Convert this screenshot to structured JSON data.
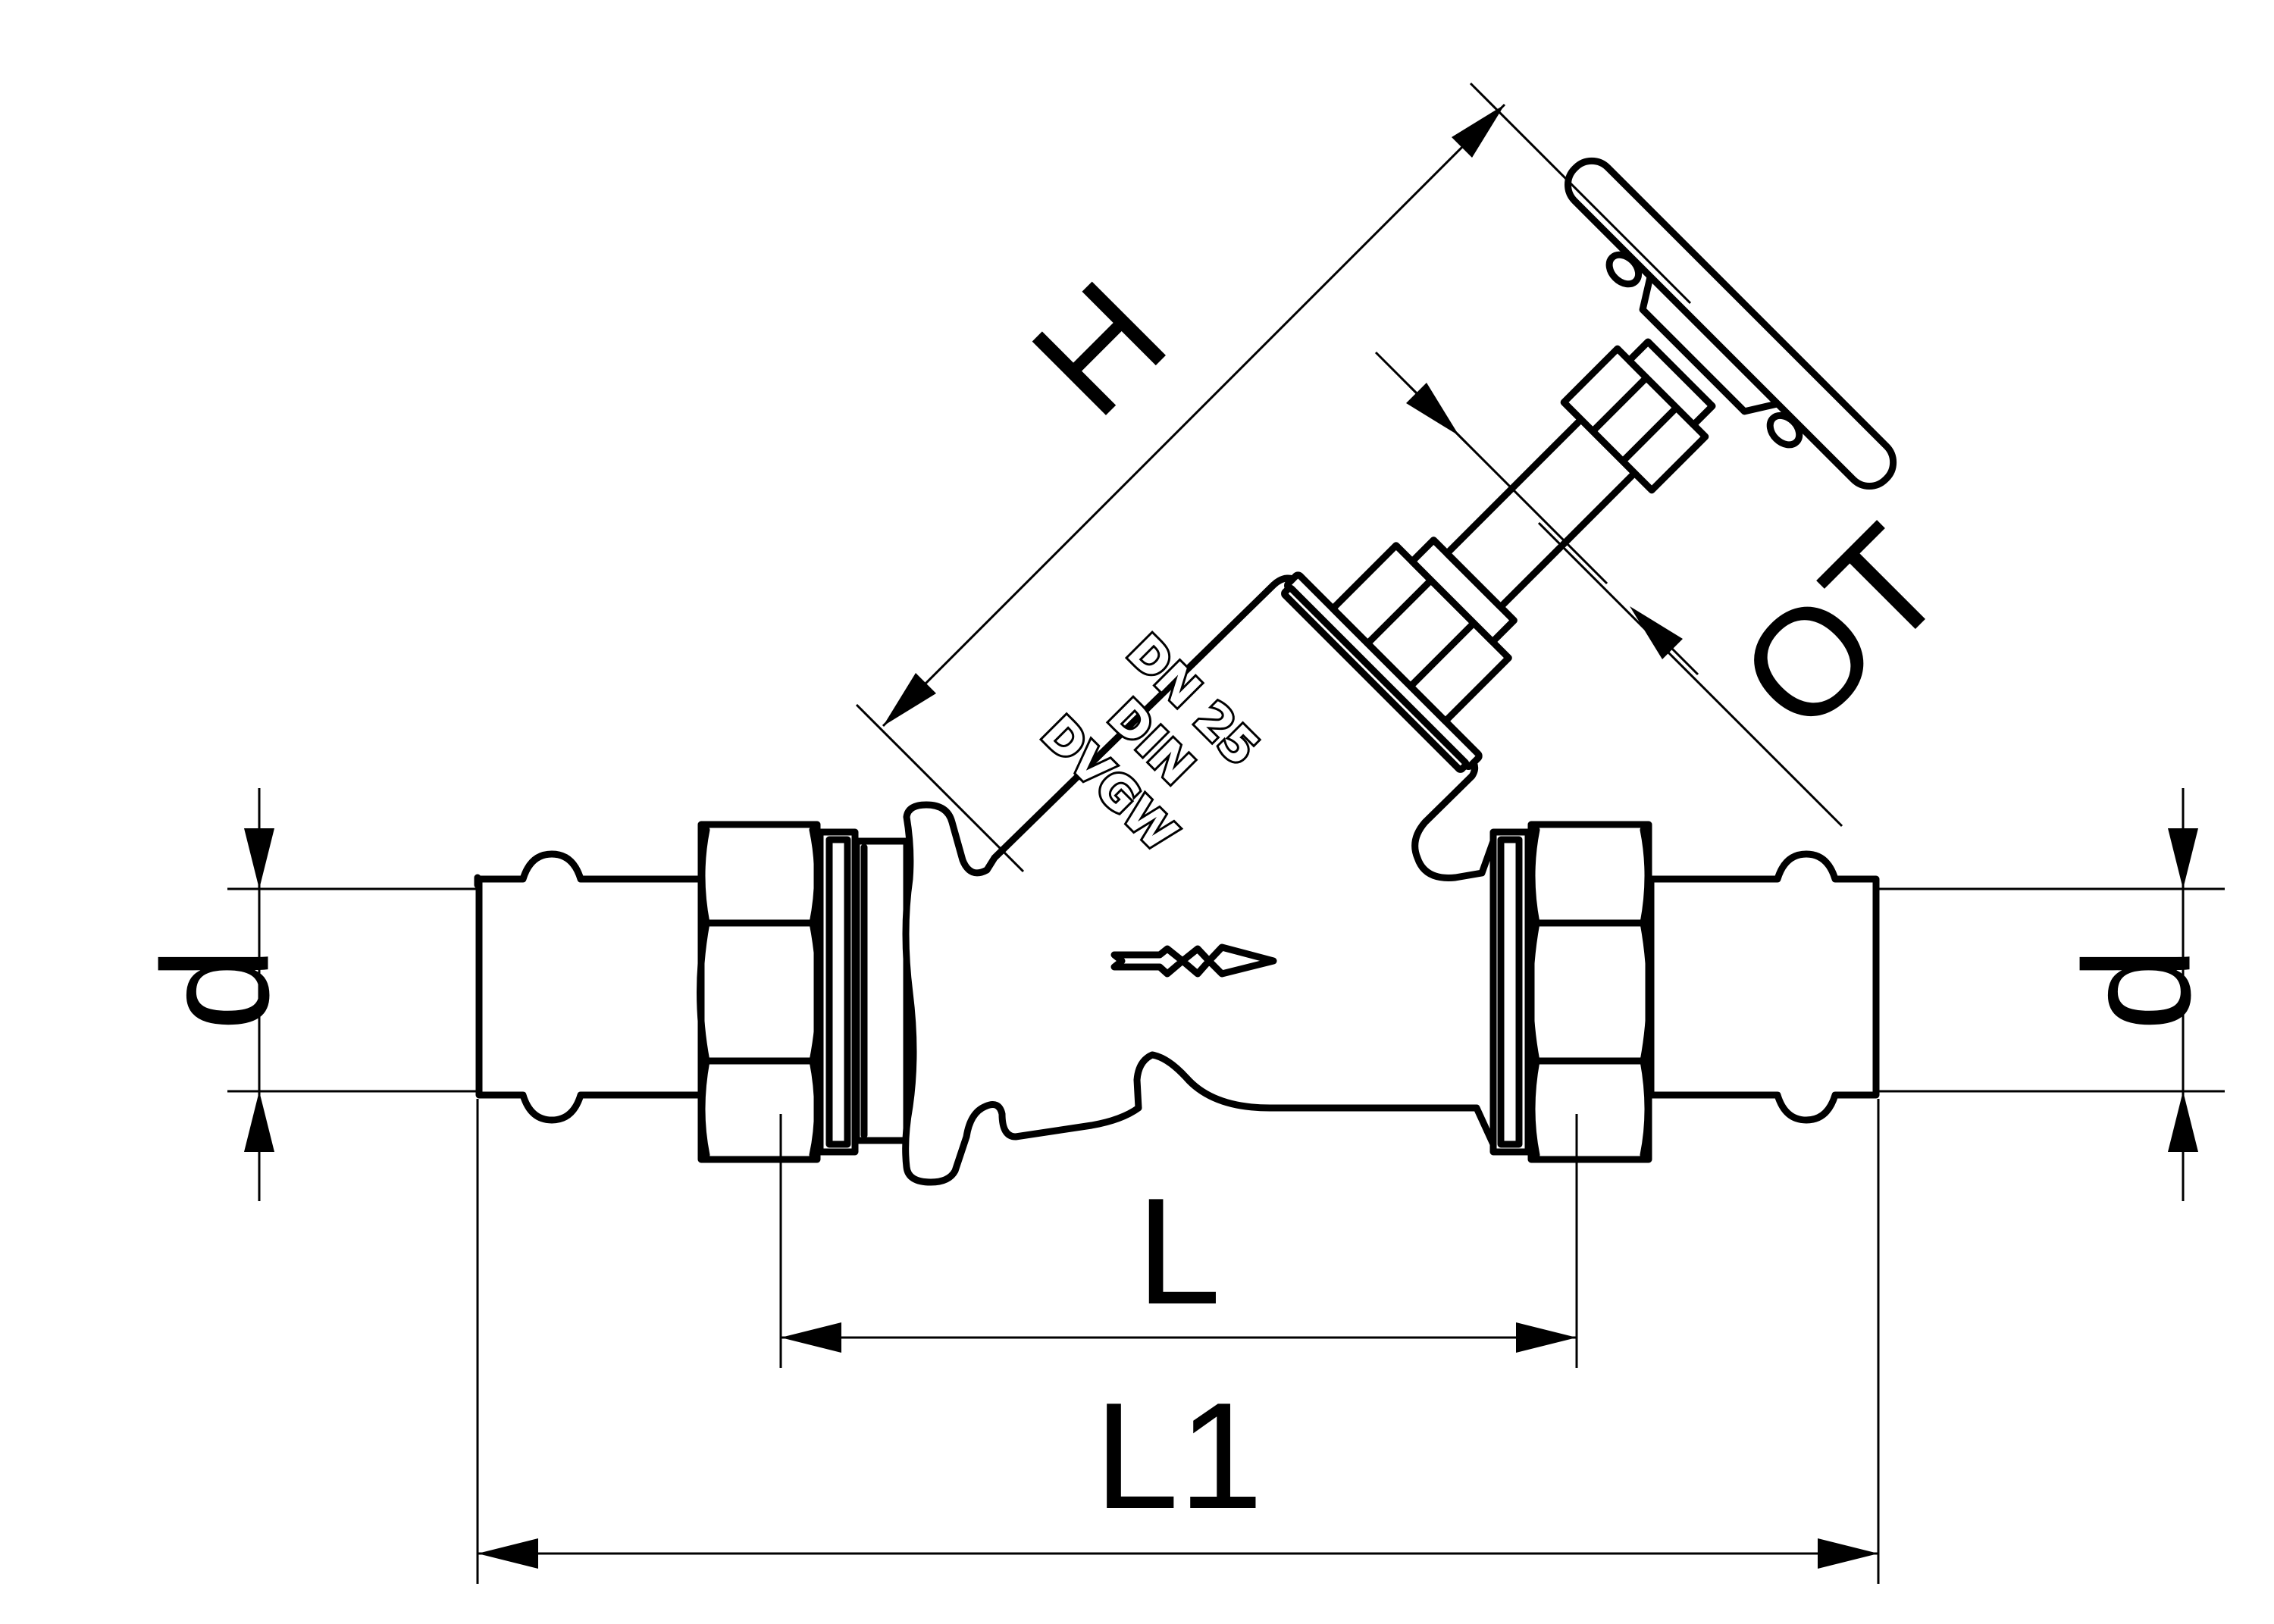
{
  "diagram": {
    "dimensions": {
      "h": "H",
      "ot": "OT",
      "d_left": "d",
      "d_right": "d",
      "l": "L",
      "l1": "L1"
    },
    "body_marking": {
      "line1": "DN 25",
      "line2": "DIN",
      "line3": "DVGW"
    }
  }
}
